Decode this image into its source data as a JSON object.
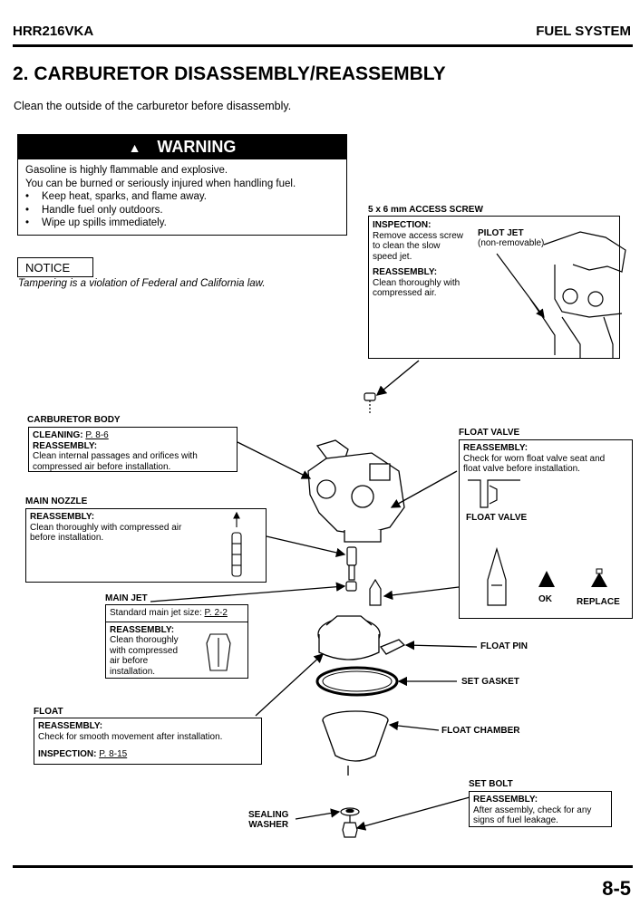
{
  "header": {
    "model": "HRR216VKA",
    "section": "FUEL SYSTEM"
  },
  "page_title": "2. CARBURETOR DISASSEMBLY/REASSEMBLY",
  "intro": "Clean the outside of the carburetor before disassembly.",
  "warning": {
    "icon": "warning-triangle-icon",
    "heading": "WARNING",
    "line1": "Gasoline is highly flammable and explosive.",
    "line2": "You can be burned or seriously injured when handling fuel.",
    "bullets": [
      "Keep heat, sparks, and flame away.",
      "Handle fuel only outdoors.",
      "Wipe up spills immediately."
    ]
  },
  "notice": {
    "label": "NOTICE",
    "text": "Tampering is a violation of Federal and California law."
  },
  "access_screw": {
    "label": "5 x 6 mm ACCESS SCREW",
    "inspection_title": "INSPECTION:",
    "inspection_text_1": "Remove access screw",
    "inspection_text_2": "to clean the slow",
    "inspection_text_3": "speed jet.",
    "reassembly_title": "REASSEMBLY:",
    "reassembly_text_1": "Clean thoroughly with",
    "reassembly_text_2": "compressed air.",
    "pilot_jet_label": "PILOT JET",
    "pilot_jet_note": "(non-removable)"
  },
  "carb_body": {
    "label": "CARBURETOR BODY",
    "cleaning_title": "CLEANING:",
    "cleaning_ref": "P. 8-6",
    "reassembly_title": "REASSEMBLY:",
    "reassembly_text_1": "Clean internal passages and orifices with",
    "reassembly_text_2": "compressed air before installation."
  },
  "main_nozzle": {
    "label": "MAIN NOZZLE",
    "reassembly_title": "REASSEMBLY:",
    "text_1": "Clean thoroughly with compressed air",
    "text_2": "before installation."
  },
  "main_jet": {
    "label": "MAIN JET",
    "size_text": "Standard main jet size:",
    "size_ref": "P. 2-2",
    "reassembly_title": "REASSEMBLY:",
    "text_1": "Clean thoroughly",
    "text_2": "with compressed",
    "text_3": "air before",
    "text_4": "installation."
  },
  "float_valve": {
    "label": "FLOAT VALVE",
    "reassembly_title": "REASSEMBLY:",
    "text_1": "Check for worn float valve seat and",
    "text_2": "float valve before installation.",
    "inner_label": "FLOAT VALVE",
    "ok_label": "OK",
    "replace_label": "REPLACE"
  },
  "float": {
    "label": "FLOAT",
    "reassembly_title": "REASSEMBLY:",
    "reassembly_text": "Check for smooth movement after installation.",
    "inspection_title": "INSPECTION:",
    "inspection_ref": "P. 8-15"
  },
  "float_pin": {
    "label": "FLOAT PIN"
  },
  "set_gasket": {
    "label": "SET GASKET"
  },
  "float_chamber": {
    "label": "FLOAT CHAMBER"
  },
  "set_bolt": {
    "label": "SET BOLT",
    "reassembly_title": "REASSEMBLY:",
    "text_1": "After assembly, check for any",
    "text_2": "signs of fuel leakage."
  },
  "sealing_washer": {
    "label_1": "SEALING",
    "label_2": "WASHER"
  },
  "page_number": "8-5"
}
